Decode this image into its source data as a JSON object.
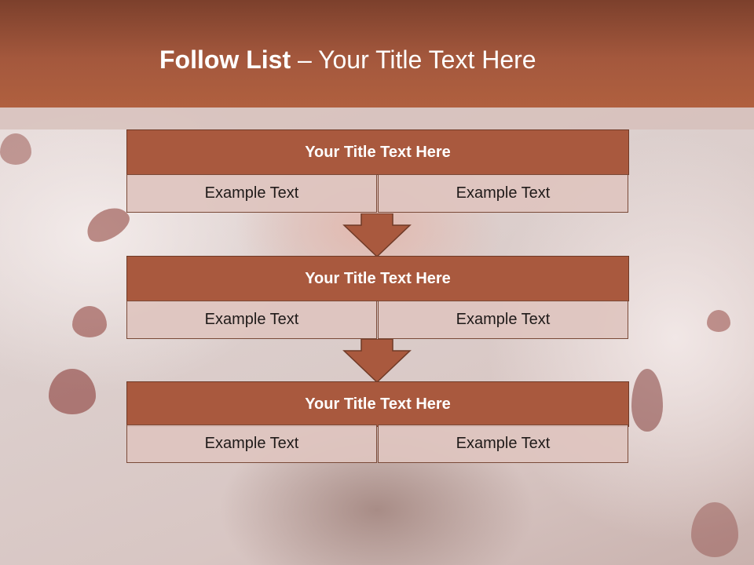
{
  "slide": {
    "title_bold": "Follow List",
    "title_rest": " – Your Title Text Here"
  },
  "blocks": [
    {
      "title": "Your Title Text Here",
      "left_text": "Example Text",
      "right_text": "Example Text"
    },
    {
      "title": "Your Title Text Here",
      "left_text": "Example Text",
      "right_text": "Example Text"
    },
    {
      "title": "Your Title Text Here",
      "left_text": "Example Text",
      "right_text": "Example Text"
    }
  ],
  "colors": {
    "header": "#a4583d",
    "box_title": "#a9593e",
    "cell": "#dec4bf",
    "arrow": "#a9593e"
  }
}
